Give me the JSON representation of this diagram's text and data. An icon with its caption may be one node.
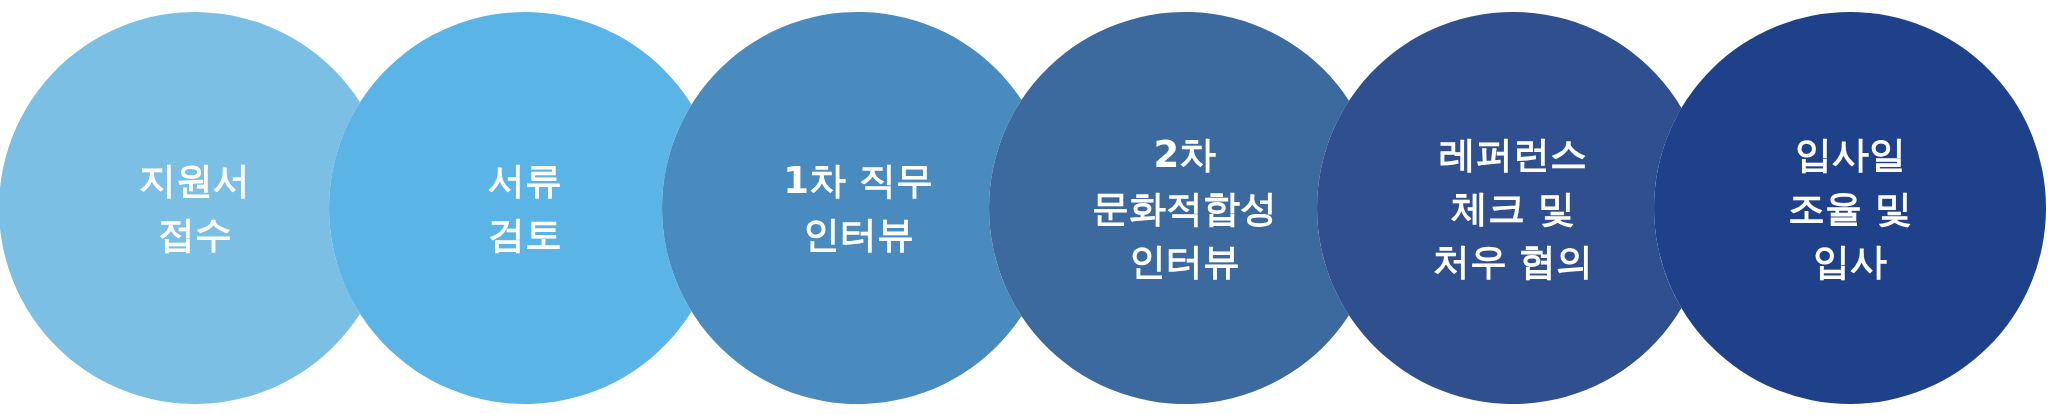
{
  "diagram": {
    "nodes": [
      {
        "text": [
          "지원서 접수"
        ]
      },
      {
        "text": [
          "서류 검토"
        ]
      },
      {
        "text": [
          "1차 직무 인터뷰"
        ]
      },
      {
        "text": [
          "2차 문화적합성 인터뷰"
        ]
      },
      {
        "text": [
          "레퍼런스 체크 및 처우 협의"
        ]
      },
      {
        "text": [
          "입사일 조율 및 입사"
        ]
      }
    ]
  }
}
